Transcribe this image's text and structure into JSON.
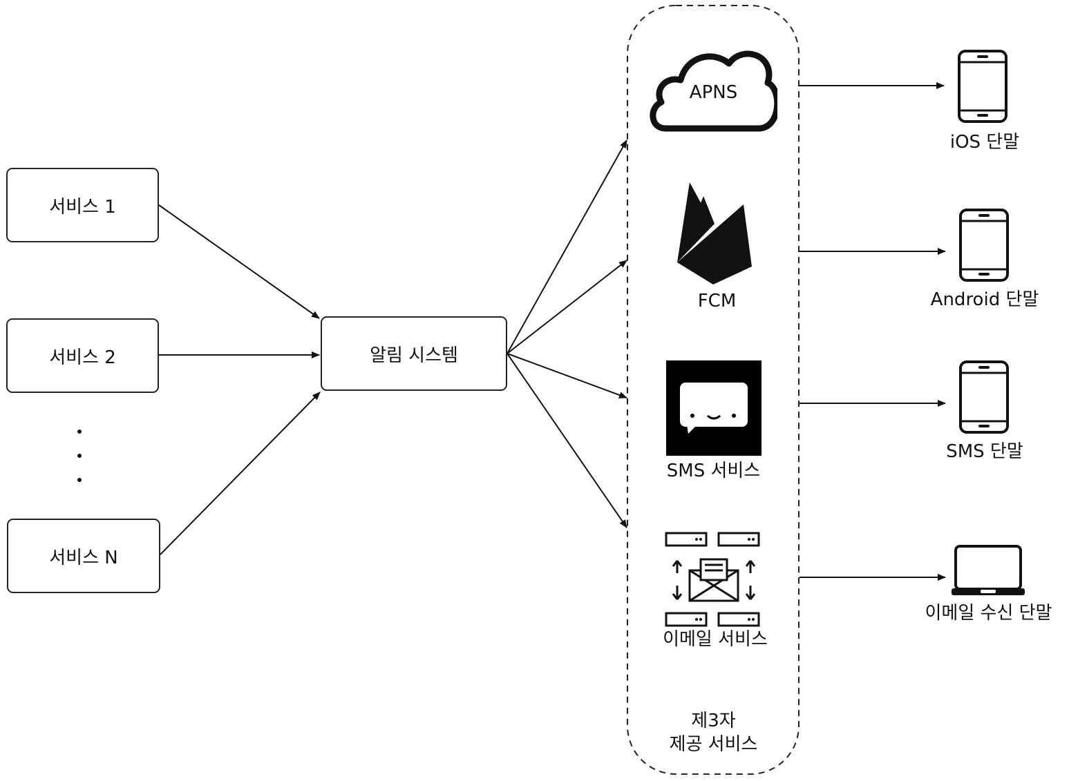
{
  "services": [
    {
      "label": "서비스 1"
    },
    {
      "label": "서비스 2"
    },
    {
      "label": "서비스 N"
    }
  ],
  "notification_system": {
    "label": "알림 시스템"
  },
  "third_party": {
    "providers": [
      {
        "label": "APNS",
        "icon": "cloud-icon"
      },
      {
        "label": "FCM",
        "icon": "firebase-icon"
      },
      {
        "label": "SMS 서비스",
        "icon": "chat-bubble-icon"
      },
      {
        "label": "이메일 서비스",
        "icon": "email-servers-icon"
      }
    ],
    "caption_line1": "제3자",
    "caption_line2": "제공 서비스"
  },
  "devices": [
    {
      "label": "iOS 단말",
      "icon": "phone-icon"
    },
    {
      "label": "Android 단말",
      "icon": "phone-icon"
    },
    {
      "label": "SMS 단말",
      "icon": "phone-icon"
    },
    {
      "label": "이메일 수신 단말",
      "icon": "laptop-icon"
    }
  ]
}
